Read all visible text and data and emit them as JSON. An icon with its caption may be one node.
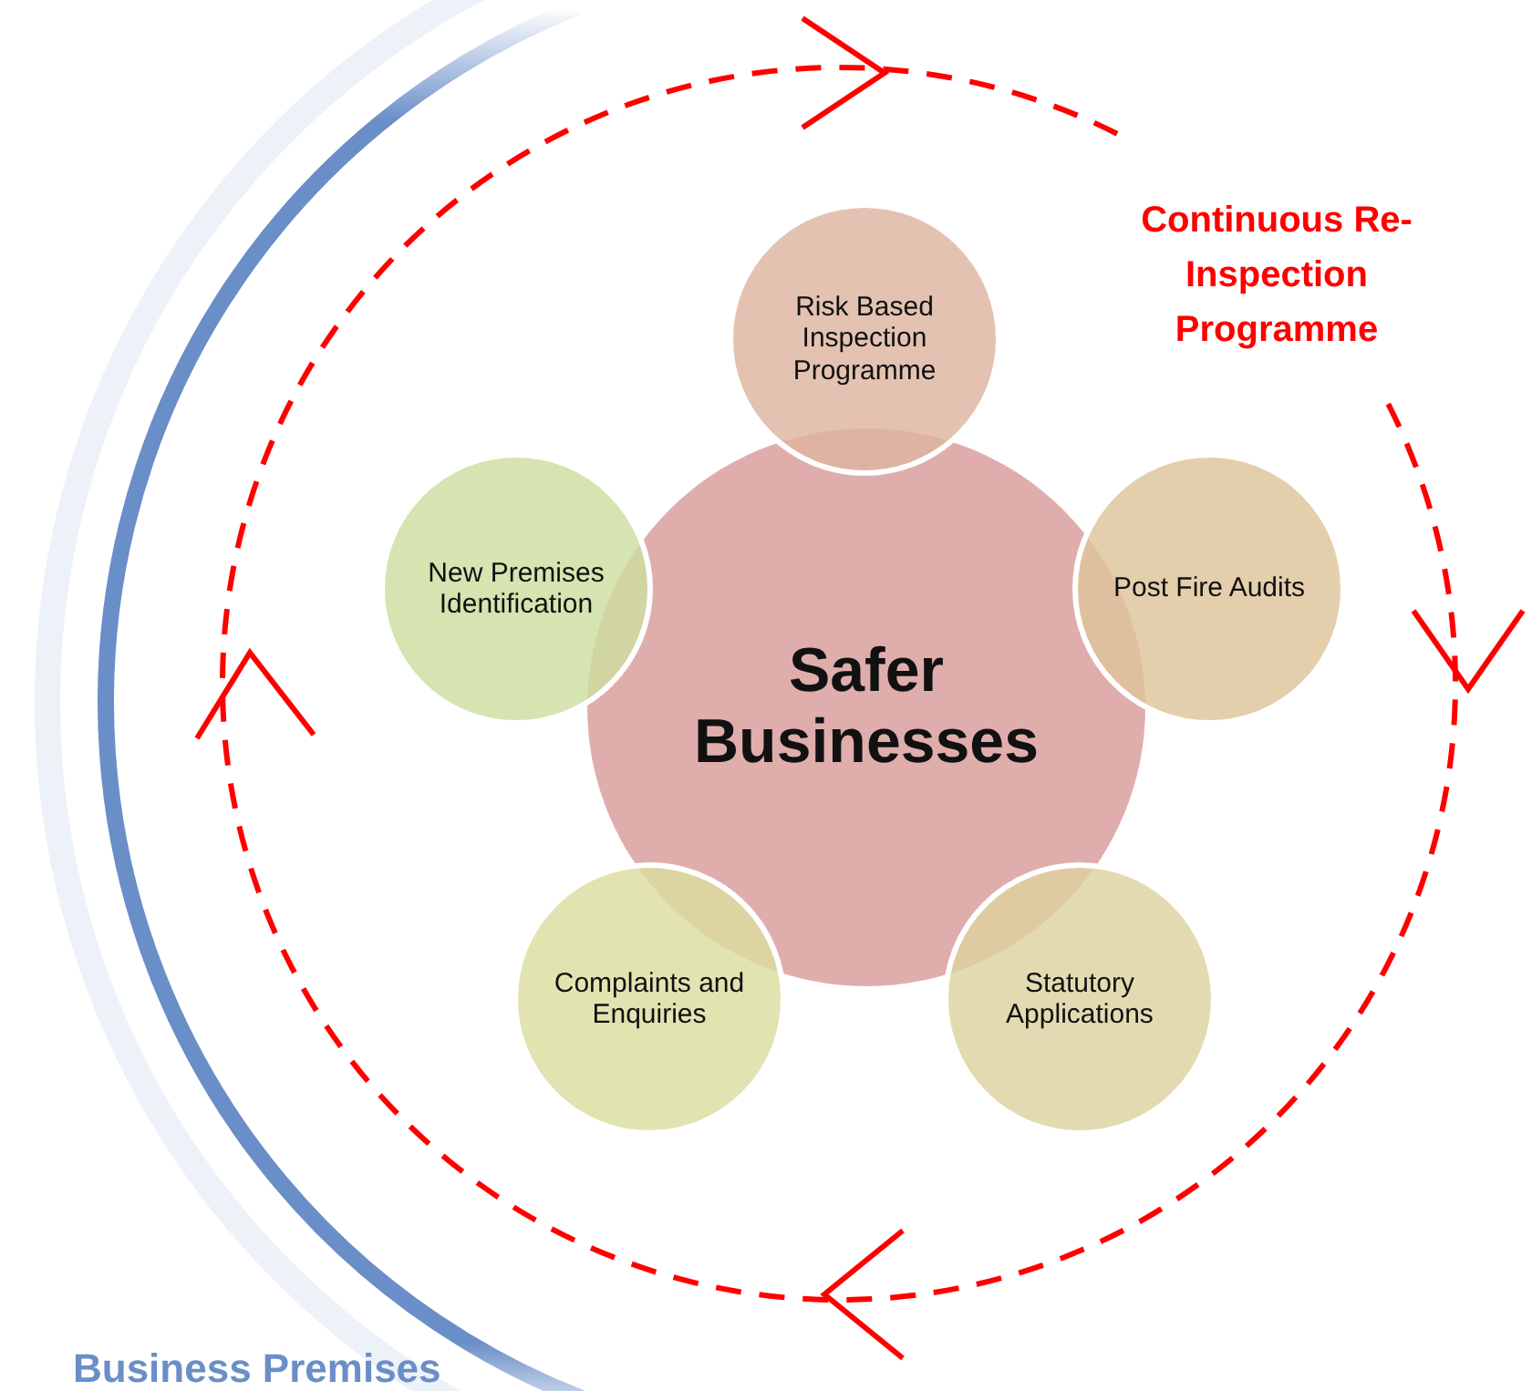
{
  "diagram": {
    "nodes": [
      {
        "text": [
          "Risk Based Inspection Programme"
        ]
      },
      {
        "text": [
          "New Premises Identification"
        ]
      },
      {
        "text": [
          "Post Fire Audits"
        ]
      },
      {
        "text": [
          "Safer Businesses"
        ]
      },
      {
        "text": [
          "Complaints and Enquiries"
        ]
      },
      {
        "text": [
          "Statutory Applications"
        ]
      }
    ],
    "labels": [
      "Continuous Re-Inspection Programme",
      "Business Premises"
    ]
  }
}
